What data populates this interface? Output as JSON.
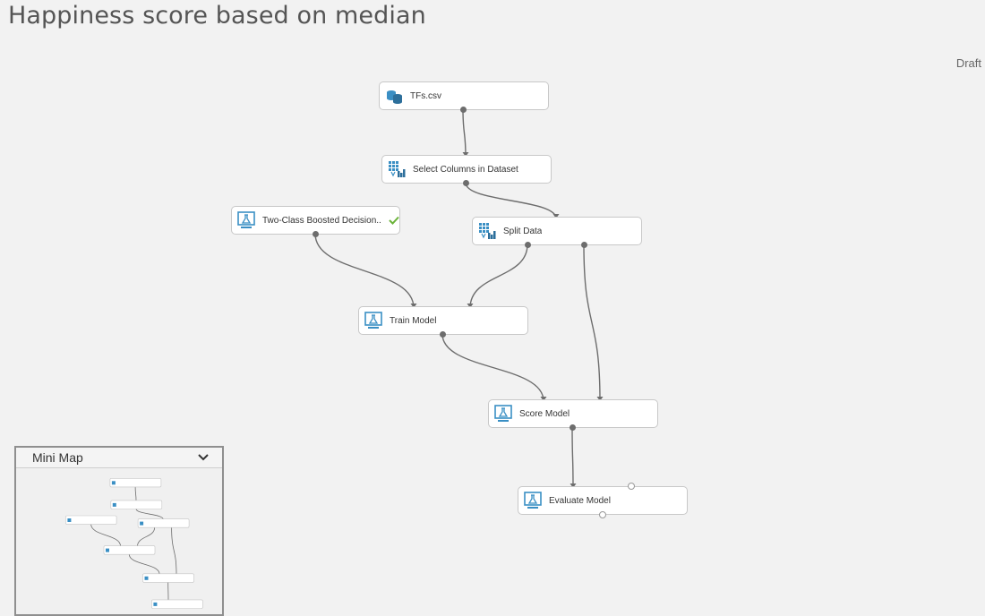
{
  "experiment": {
    "title": "Happiness score based on median",
    "status": "Draft"
  },
  "nodes": [
    {
      "id": "tfs",
      "label": "TFs.csv",
      "icon": "dataset-icon",
      "checked": false
    },
    {
      "id": "select",
      "label": "Select Columns in Dataset",
      "icon": "grid-transform-icon",
      "checked": false
    },
    {
      "id": "twoclass",
      "label": "Two-Class Boosted Decision...",
      "icon": "flask-module-icon",
      "checked": true
    },
    {
      "id": "split",
      "label": "Split Data",
      "icon": "grid-transform-icon",
      "checked": false
    },
    {
      "id": "train",
      "label": "Train Model",
      "icon": "flask-module-icon",
      "checked": false
    },
    {
      "id": "score",
      "label": "Score Model",
      "icon": "flask-module-icon",
      "checked": false
    },
    {
      "id": "evaluate",
      "label": "Evaluate Model",
      "icon": "flask-module-icon",
      "checked": false
    }
  ],
  "edges": [
    {
      "from": "tfs",
      "to": "select"
    },
    {
      "from": "select",
      "to": "split"
    },
    {
      "from": "twoclass",
      "to": "train"
    },
    {
      "from": "split",
      "to": "train"
    },
    {
      "from": "split",
      "to": "score"
    },
    {
      "from": "train",
      "to": "score"
    },
    {
      "from": "score",
      "to": "evaluate"
    }
  ],
  "minimap": {
    "title": "Mini Map",
    "toggle_icon": "chevron-down-icon"
  },
  "colors": {
    "icon_blue": "#3a8fc4",
    "check_green": "#6bb33a",
    "edge": "#6d6d6d"
  }
}
